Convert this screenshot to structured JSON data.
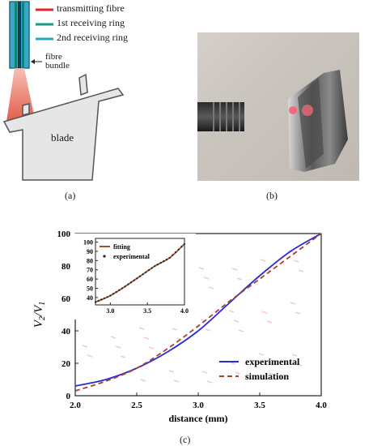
{
  "panel_a": {
    "legend": [
      {
        "label": "transmitting fibre",
        "color": "#e8212f"
      },
      {
        "label": "1st receiving ring",
        "color": "#1a9a86"
      },
      {
        "label": "2nd receiving ring",
        "color": "#2aa6c7"
      }
    ],
    "bundle_label_line1": "fibre",
    "bundle_label_line2": "bundle",
    "blade_label": "blade",
    "caption": "(a)"
  },
  "panel_b": {
    "caption": "(b)"
  },
  "panel_c": {
    "caption": "(c)",
    "chart_data": {
      "type": "line",
      "xlabel": "distance (mm)",
      "ylabel": "V2/V1",
      "xlim": [
        2.0,
        4.0
      ],
      "ylim": [
        0,
        100
      ],
      "xticks": [
        "2.0",
        "2.5",
        "3.0",
        "3.5",
        "4.0"
      ],
      "yticks": [
        "0",
        "20",
        "40",
        "60",
        "80",
        "100"
      ],
      "legend_position": "bottom-right",
      "series": [
        {
          "name": "experimental",
          "color": "#2a2ad6",
          "style": "solid",
          "x": [
            2.0,
            2.25,
            2.5,
            2.75,
            3.0,
            3.25,
            3.5,
            3.75,
            4.0
          ],
          "y": [
            6,
            10,
            17,
            27,
            40,
            57,
            74,
            89,
            100
          ]
        },
        {
          "name": "simulation",
          "color": "#a0452e",
          "style": "dashed",
          "x": [
            2.0,
            2.25,
            2.5,
            2.75,
            3.0,
            3.25,
            3.5,
            3.75,
            4.0
          ],
          "y": [
            3,
            9,
            17,
            29,
            43,
            58,
            72,
            86,
            100
          ]
        }
      ],
      "inset": {
        "xlim": [
          2.8,
          4.0
        ],
        "ylim": [
          32,
          104
        ],
        "xticks": [
          "3.0",
          "3.5",
          "4.0"
        ],
        "yticks": [
          "40",
          "50",
          "60",
          "70",
          "80",
          "90",
          "100"
        ],
        "legend": [
          {
            "label": "fitting",
            "color": "#a0522d"
          },
          {
            "label": "experimental",
            "color": "#222222"
          }
        ],
        "fitting": {
          "x": [
            2.8,
            3.0,
            3.2,
            3.4,
            3.6,
            3.8,
            4.0
          ],
          "y": [
            35,
            42,
            52,
            63,
            74,
            83,
            98
          ]
        },
        "experimental": {
          "x": [
            2.8,
            3.0,
            3.2,
            3.4,
            3.6,
            3.8,
            4.0
          ],
          "y": [
            35,
            42,
            52,
            63,
            74,
            83,
            98
          ]
        }
      }
    }
  }
}
